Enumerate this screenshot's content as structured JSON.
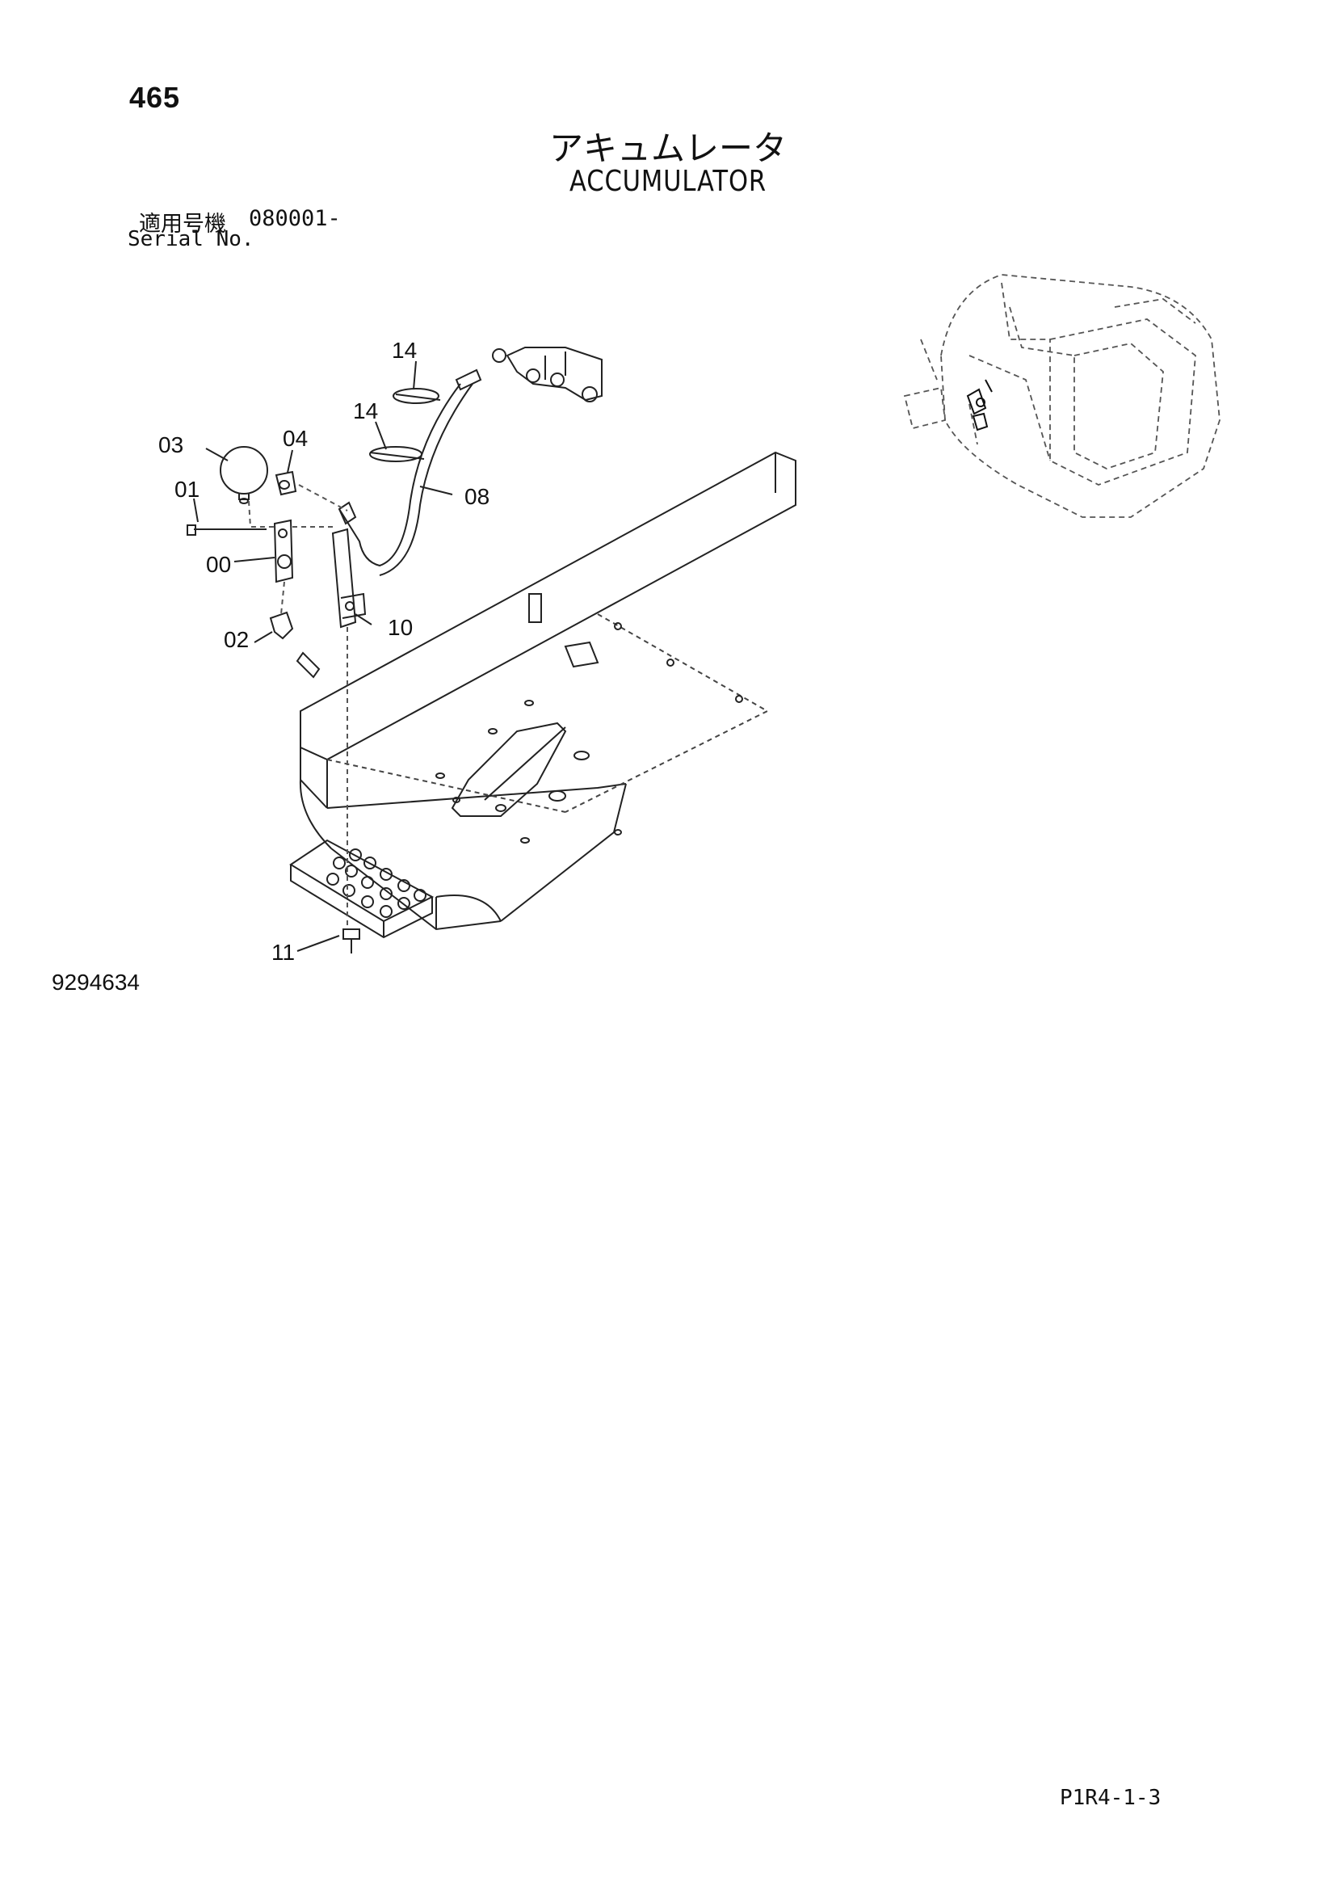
{
  "header": {
    "page_number": "465",
    "title_jp": "アキュムレータ",
    "title_en": "ACCUMULATOR",
    "serial_label_jp": "適用号機",
    "serial_value": "080001-",
    "serial_label_en": "Serial No."
  },
  "callouts": {
    "c03": "03",
    "c04": "04",
    "c01": "01",
    "c00": "00",
    "c02": "02",
    "c14a": "14",
    "c14b": "14",
    "c08": "08",
    "c10": "10",
    "c11": "11"
  },
  "footer": {
    "drawing_number": "9294634",
    "sheet_reference": "P1R4-1-3"
  }
}
